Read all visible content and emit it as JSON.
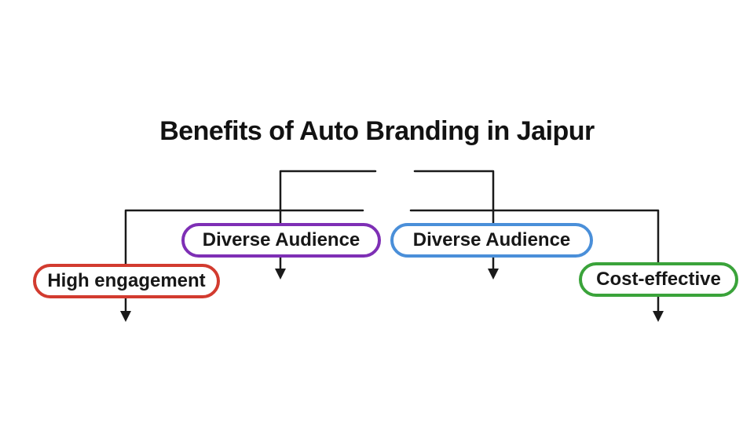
{
  "title": "Benefits of Auto Branding in Jaipur",
  "connector_color": "#1a1a1a",
  "nodes": [
    {
      "label": "High engagement",
      "color": "#d23b2f"
    },
    {
      "label": "Diverse Audience",
      "color": "#7e2fb5"
    },
    {
      "label": "Diverse Audience",
      "color": "#4a8fd9"
    },
    {
      "label": "Cost-effective",
      "color": "#3aa33a"
    }
  ]
}
